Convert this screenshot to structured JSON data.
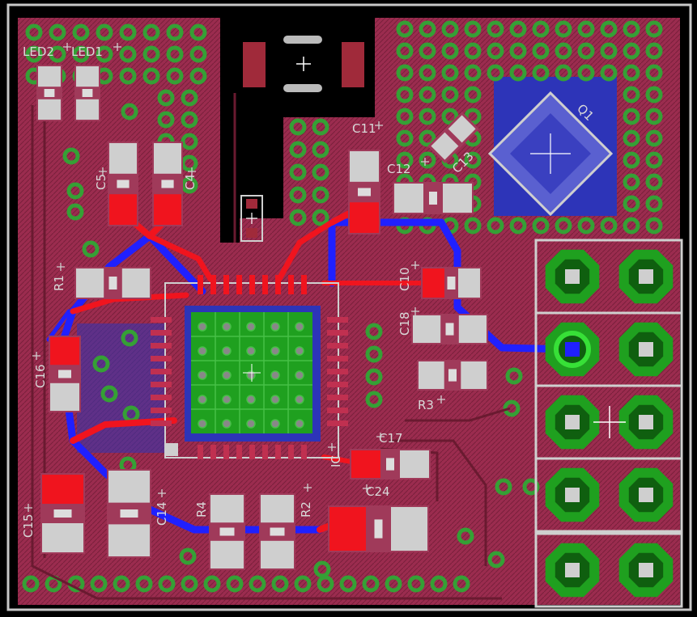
{
  "colors": {
    "background": "#000000",
    "copper_top": "#f0141e",
    "copper_bottom": "#2020ff",
    "pour_bottom": "#9b2c4f",
    "pour_dark": "#7a1f3a",
    "pour_blue": "#2d34b8",
    "via_ring": "#35a035",
    "pad_green": "#1fa01f",
    "silk": "#cfcfcf",
    "outline": "#c8c8c8"
  },
  "labels": {
    "led2": "LED2",
    "led1": "LED1",
    "c5": "C5",
    "c4": "C4",
    "c11": "C11",
    "c12": "C12",
    "c13": "C13",
    "q1": "Q1",
    "r1": "R1",
    "c10": "C10",
    "c18": "C18",
    "c16": "C16",
    "r3": "R3",
    "c17": "C17",
    "c15": "C15",
    "c14": "C14",
    "r4": "R4",
    "r2": "R2",
    "c24": "C24",
    "ic": "IC"
  },
  "components": [
    {
      "name": "LED2",
      "kind": "led"
    },
    {
      "name": "LED1",
      "kind": "led"
    },
    {
      "name": "C5",
      "kind": "capacitor"
    },
    {
      "name": "C4",
      "kind": "capacitor"
    },
    {
      "name": "C11",
      "kind": "capacitor"
    },
    {
      "name": "C12",
      "kind": "capacitor"
    },
    {
      "name": "C13",
      "kind": "capacitor"
    },
    {
      "name": "Q1",
      "kind": "crystal"
    },
    {
      "name": "R1",
      "kind": "resistor"
    },
    {
      "name": "C10",
      "kind": "capacitor"
    },
    {
      "name": "C18",
      "kind": "capacitor"
    },
    {
      "name": "C16",
      "kind": "capacitor"
    },
    {
      "name": "R3",
      "kind": "resistor"
    },
    {
      "name": "C17",
      "kind": "capacitor"
    },
    {
      "name": "C15",
      "kind": "capacitor"
    },
    {
      "name": "C14",
      "kind": "capacitor"
    },
    {
      "name": "R4",
      "kind": "resistor"
    },
    {
      "name": "R2",
      "kind": "resistor"
    },
    {
      "name": "C24",
      "kind": "capacitor"
    },
    {
      "name": "IC",
      "kind": "qfn-chip"
    }
  ],
  "connector": {
    "pins": 10,
    "columns": 2,
    "rows": 5
  }
}
